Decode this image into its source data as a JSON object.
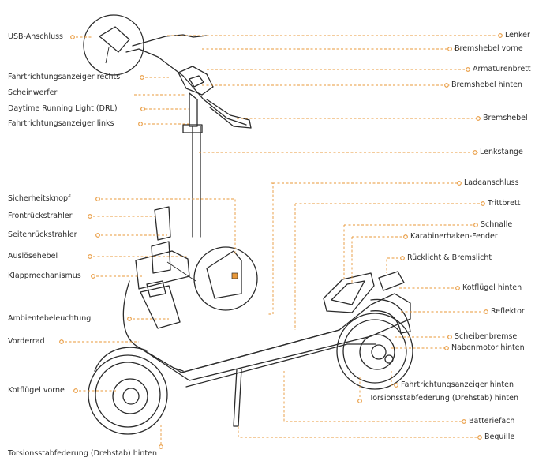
{
  "accent_color": "#e8983a",
  "line_color": "#2b2b2b",
  "labels_left": [
    {
      "id": "usb",
      "text": "USB-Anschluss"
    },
    {
      "id": "blinker-rechts",
      "text": "Fahrtrichtungsanzeiger rechts"
    },
    {
      "id": "scheinwerfer",
      "text": "Scheinwerfer"
    },
    {
      "id": "drl",
      "text": "Daytime Running Light (DRL)"
    },
    {
      "id": "blinker-links",
      "text": "Fahrtrichtungsanzeiger links"
    },
    {
      "id": "sicherheitsknopf",
      "text": "Sicherheitsknopf"
    },
    {
      "id": "frontrueckstrahler",
      "text": "Frontrückstrahler"
    },
    {
      "id": "seitenrueckstrahler",
      "text": "Seitenrückstrahler"
    },
    {
      "id": "ausloesehebel",
      "text": "Auslösehebel"
    },
    {
      "id": "klappmechanismus",
      "text": "Klappmechanismus"
    },
    {
      "id": "ambiente",
      "text": "Ambientebeleuchtung"
    },
    {
      "id": "vorderrad",
      "text": "Vorderrad"
    },
    {
      "id": "kotfluegel-vorne",
      "text": "Kotflügel vorne"
    },
    {
      "id": "torsion-vorne",
      "text": "Torsionsstabfederung (Drehstab) hinten"
    }
  ],
  "labels_right": [
    {
      "id": "lenker",
      "text": "Lenker"
    },
    {
      "id": "bremshebel-vorne",
      "text": "Bremshebel vorne"
    },
    {
      "id": "armaturenbrett",
      "text": "Armaturenbrett"
    },
    {
      "id": "bremshebel-hinten",
      "text": "Bremshebel hinten"
    },
    {
      "id": "bremshebel",
      "text": "Bremshebel"
    },
    {
      "id": "lenkstange",
      "text": "Lenkstange"
    },
    {
      "id": "ladeanschluss",
      "text": "Ladeanschluss"
    },
    {
      "id": "trittbrett",
      "text": "Trittbrett"
    },
    {
      "id": "schnalle",
      "text": "Schnalle"
    },
    {
      "id": "karabiner",
      "text": "Karabinerhaken-Fender"
    },
    {
      "id": "ruecklicht",
      "text": "Rücklicht & Bremslicht"
    },
    {
      "id": "kotfluegel-hinten",
      "text": "Kotflügel hinten"
    },
    {
      "id": "reflektor",
      "text": "Reflektor"
    },
    {
      "id": "scheibenbremse",
      "text": "Scheibenbremse"
    },
    {
      "id": "nabenmotor",
      "text": "Nabenmotor hinten"
    },
    {
      "id": "blinker-hinten",
      "text": "Fahrtrichtungsanzeiger hinten"
    },
    {
      "id": "torsion-hinten",
      "text": "Torsionsstabfederung (Drehstab) hinten"
    },
    {
      "id": "batteriefach",
      "text": "Batteriefach"
    },
    {
      "id": "beqiulle",
      "text": "Bequille"
    }
  ]
}
